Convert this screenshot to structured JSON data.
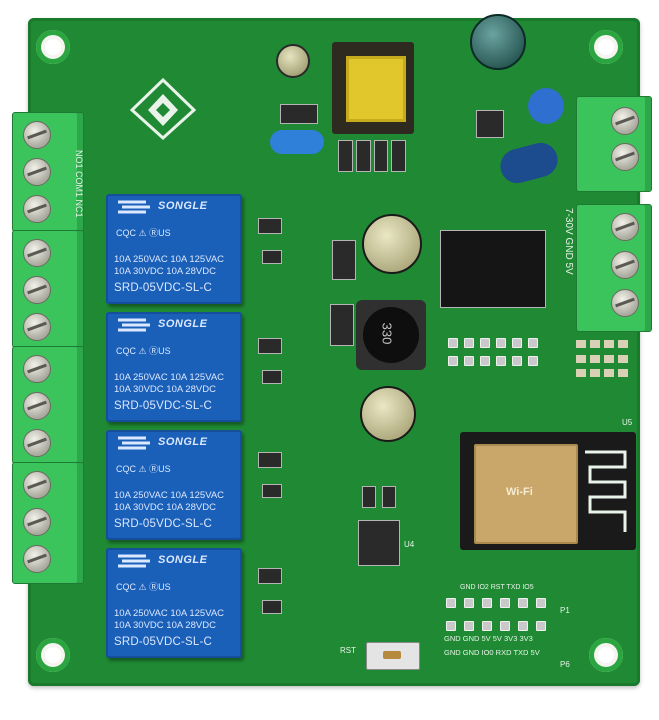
{
  "board": {
    "relays": [
      {
        "brand": "SONGLE",
        "rating_line_1": "10A 250VAC 10A 125VAC",
        "rating_line_2": "10A  30VDC 10A  28VDC",
        "model": "SRD-05VDC-SL-C"
      },
      {
        "brand": "SONGLE",
        "rating_line_1": "10A 250VAC 10A 125VAC",
        "rating_line_2": "10A  30VDC 10A  28VDC",
        "model": "SRD-05VDC-SL-C"
      },
      {
        "brand": "SONGLE",
        "rating_line_1": "10A 250VAC 10A 125VAC",
        "rating_line_2": "10A  30VDC 10A  28VDC",
        "model": "SRD-05VDC-SL-C"
      },
      {
        "brand": "SONGLE",
        "rating_line_1": "10A 250VAC 10A 125VAC",
        "rating_line_2": "10A  30VDC 10A  28VDC",
        "model": "SRD-05VDC-SL-C"
      }
    ],
    "relay_marks": "CQC ⚠ ⓇUS",
    "terminal_labels": {
      "relay_contacts": "NO1 COM1 NC1",
      "power_input": "7-30V GND 5V"
    },
    "inductor_label": "330",
    "header_labels": {
      "row1": "GND GND  5V  5V  3V3 3V3",
      "row2": "GND GND IO0 RXD TXD  5V",
      "row_top": "GND  IO2  RST  TXD  IO5"
    },
    "button_label": "RST",
    "ic_labels": {
      "u4": "U4",
      "u5": "U5",
      "p1": "P1",
      "p6": "P6"
    },
    "module_text": "Wi-Fi"
  },
  "colors": {
    "pcb": "#1f8a33",
    "relay": "#1a5fb8",
    "terminal": "#3cc45c",
    "silk": "#e9f3ea"
  }
}
